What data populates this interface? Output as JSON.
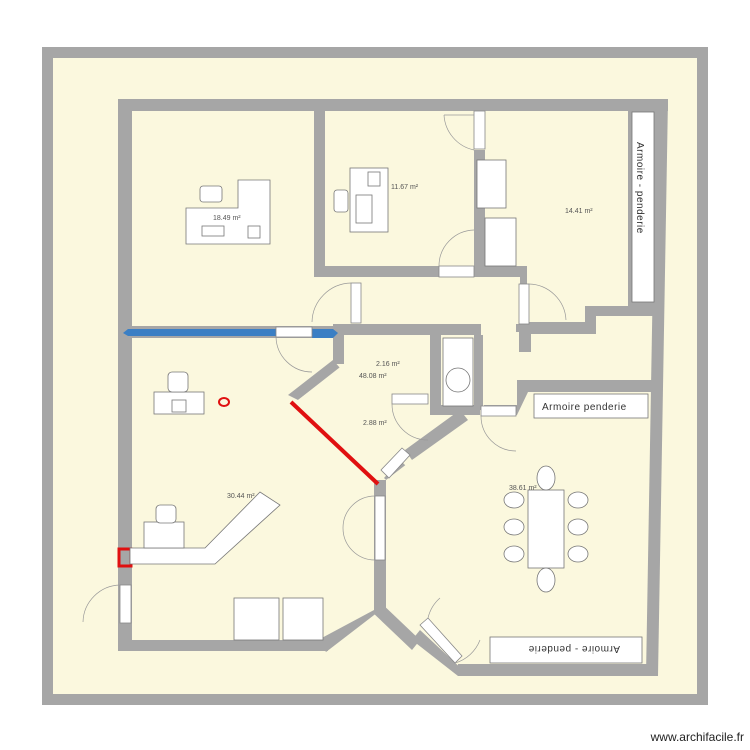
{
  "rooms": [
    {
      "area": "18.49 m²"
    },
    {
      "area": "11.67 m²"
    },
    {
      "area": "14.41 m²"
    },
    {
      "area": "2.16 m²"
    },
    {
      "area": "48.08 m²"
    },
    {
      "area": "2.88 m²"
    },
    {
      "area": "30.44 m²"
    },
    {
      "area": "38.61 m²"
    }
  ],
  "wardrobes": [
    {
      "label": "Armoire - penderie"
    },
    {
      "label": "Armoire  penderie"
    },
    {
      "label": "Armoire - penderie"
    }
  ],
  "watermark": "www.archifacile.fr",
  "colors": {
    "wall": "#a6a6a6",
    "floor": "#fbf8de",
    "accent_blue": "#3b7fc4",
    "accent_red": "#e01010"
  }
}
